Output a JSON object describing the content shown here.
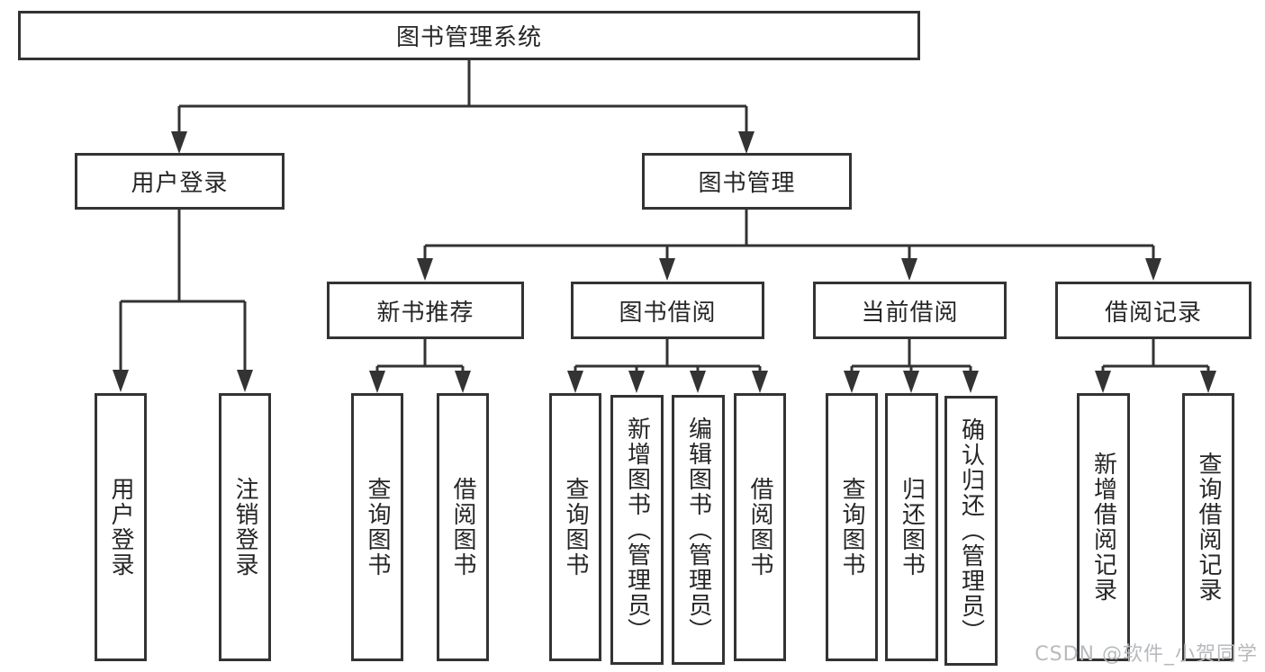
{
  "diagram": {
    "root": {
      "label": "图书管理系统"
    },
    "level2": [
      {
        "label": "用户登录"
      },
      {
        "label": "图书管理"
      }
    ],
    "level3": [
      {
        "label": "新书推荐"
      },
      {
        "label": "图书借阅"
      },
      {
        "label": "当前借阅"
      },
      {
        "label": "借阅记录"
      }
    ],
    "leaves": {
      "login": [
        {
          "label": "用户登录"
        },
        {
          "label": "注销登录"
        }
      ],
      "recommend": [
        {
          "label": "查询图书"
        },
        {
          "label": "借阅图书"
        }
      ],
      "borrow": [
        {
          "label": "查询图书"
        },
        {
          "label": "新增图书（管理员）"
        },
        {
          "label": "编辑图书（管理员）"
        },
        {
          "label": "借阅图书"
        }
      ],
      "current": [
        {
          "label": "查询图书"
        },
        {
          "label": "归还图书"
        },
        {
          "label": "确认归还（管理员）"
        }
      ],
      "records": [
        {
          "label": "新增借阅记录"
        },
        {
          "label": "查询借阅记录"
        }
      ]
    },
    "colors": {
      "line": "#333333",
      "text": "#262626",
      "background": "#ffffff",
      "watermark": "#b7babd"
    },
    "watermark": {
      "text": "CSDN @软件_小贺同学"
    }
  }
}
